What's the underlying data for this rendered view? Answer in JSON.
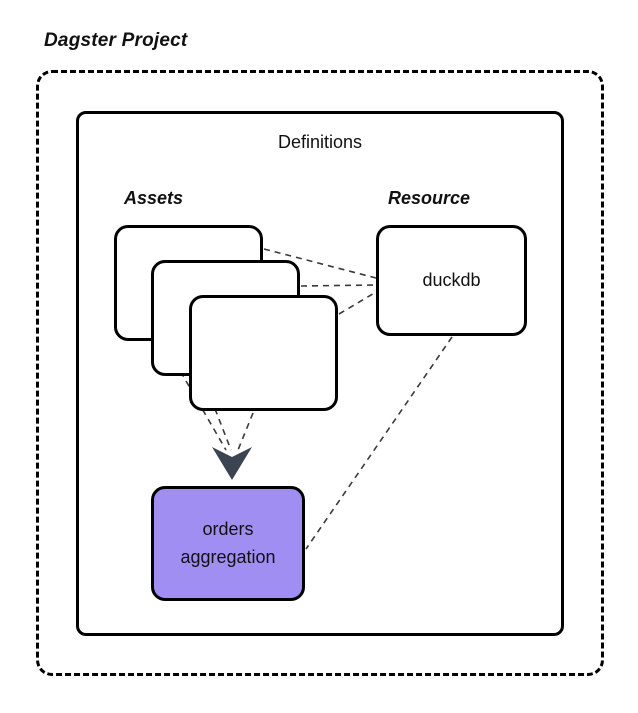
{
  "diagram": {
    "title": "Dagster Project",
    "definitions": {
      "label": "Definitions"
    },
    "assets": {
      "label": "Assets",
      "card_count": 3
    },
    "resource": {
      "label": "Resource",
      "node_label": "duckdb"
    },
    "asset_node": {
      "label": "orders aggregation"
    },
    "colors": {
      "background": "#ffffff",
      "node_border": "#000000",
      "asset_node_fill": "#a18ef2",
      "connector": "#3a3a3a",
      "arrowhead": "#3d4451"
    }
  }
}
